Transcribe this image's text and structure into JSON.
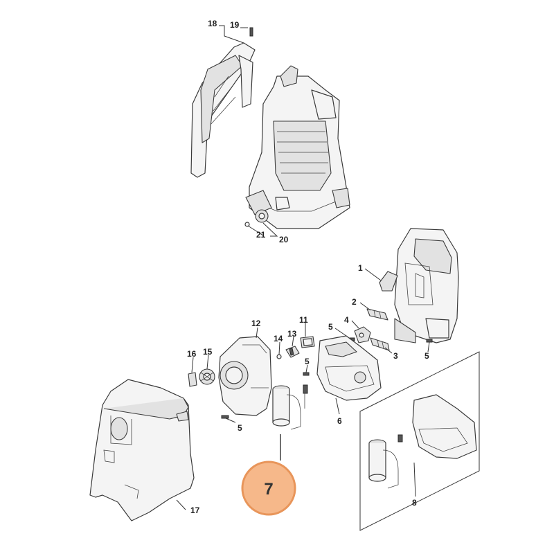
{
  "callouts": {
    "c1": "1",
    "c2": "2",
    "c3": "3",
    "c4": "4",
    "c5a": "5",
    "c5b": "5",
    "c5c": "5",
    "c5d": "5",
    "c6": "6",
    "c8": "8",
    "c11": "11",
    "c12": "12",
    "c13": "13",
    "c14": "14",
    "c15": "15",
    "c16": "16",
    "c17": "17",
    "c18": "18",
    "c19": "19",
    "c20": "20",
    "c21": "21"
  },
  "highlight": {
    "number": "7",
    "fill": "#f6b88a",
    "stroke": "#e8955a"
  }
}
